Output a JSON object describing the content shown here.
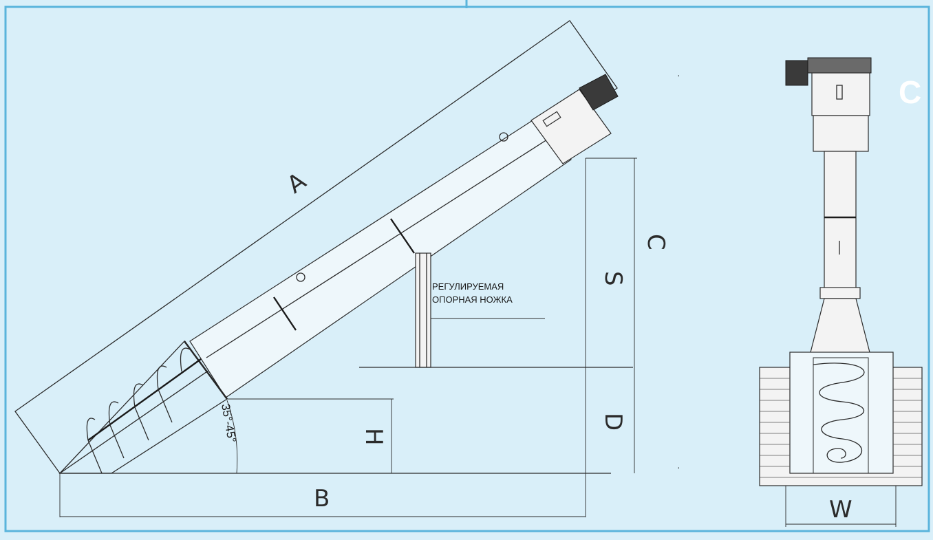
{
  "labels": {
    "A": "A",
    "B": "B",
    "C": "C",
    "D": "D",
    "H": "H",
    "S": "S",
    "W": "W",
    "angle": "35°-45°",
    "leg_line1": "РЕГУЛИРУЕМАЯ",
    "leg_line2": "ОПОРНАЯ НОЖКА",
    "corner_mark": "C"
  },
  "colors": {
    "background": "#d9eff9",
    "frame": "#5ab4dc",
    "line": "#2b2b2b"
  }
}
